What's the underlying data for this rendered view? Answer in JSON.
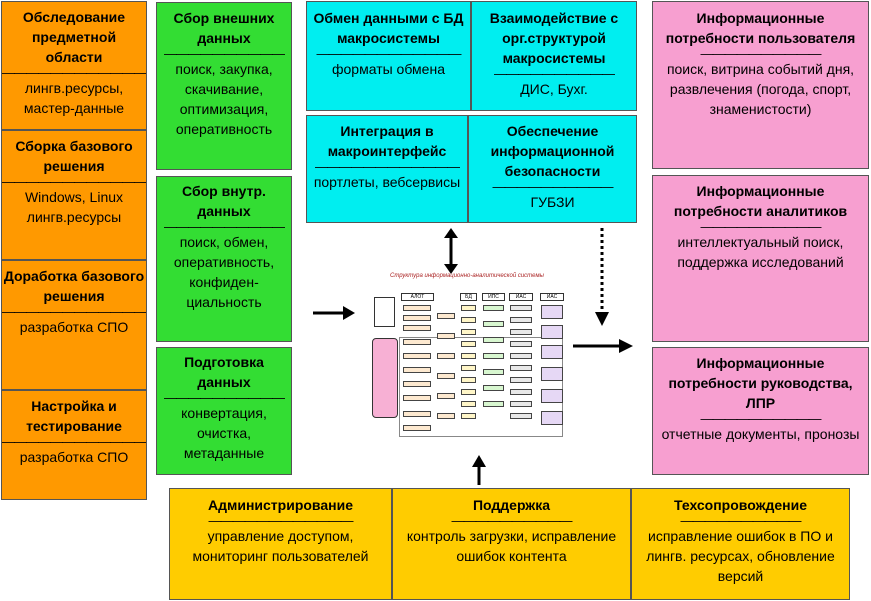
{
  "left_column": [
    {
      "title": "Обследование предметной области",
      "desc": "лингв.ресурсы, мастер-данные"
    },
    {
      "title": "Сборка базового решения",
      "desc": "Windows, Linux лингв.ресурсы"
    },
    {
      "title": "Доработка базового решения",
      "desc": "разработка СПО"
    },
    {
      "title": "Настройка и тестирование",
      "desc": "разработка СПО"
    }
  ],
  "green_column": [
    {
      "title": "Сбор внешних данных",
      "desc": "поиск, закупка, скачивание, оптимизация, оперативность"
    },
    {
      "title": "Сбор внутр. данных",
      "desc": "поиск, обмен, оперативность, конфиден- циальность"
    },
    {
      "title": "Подготовка данных",
      "desc": "конвертация, очистка, метаданные"
    }
  ],
  "cyan_boxes": [
    {
      "title": "Обмен данными с БД макросистемы",
      "desc": "форматы обмена"
    },
    {
      "title": "Взаимодействие с орг.структурой макросистемы",
      "desc": "ДИС, Бухг."
    },
    {
      "title": "Интеграция в макроинтерфейс",
      "desc": "портлеты, вебсервисы"
    },
    {
      "title": "Обеспечение информационной безопасности",
      "desc": "ГУБЗИ"
    }
  ],
  "pink_column": [
    {
      "title": "Информационные потребности пользователя",
      "desc": "поиск, витрина событий дня, развлечения (погода, спорт, знаменистости)"
    },
    {
      "title": "Информационные потребности аналитиков",
      "desc": "интеллектуальный поиск, поддержка исследований"
    },
    {
      "title": "Информационные потребности руководства, ЛПР",
      "desc": "отчетные документы, пронозы"
    }
  ],
  "bottom_row": [
    {
      "title": "Администрирование",
      "desc": "управление доступом, мониторинг пользователей"
    },
    {
      "title": "Поддержка",
      "desc": "контроль загрузки, исправление ошибок контента"
    },
    {
      "title": "Техсопровождение",
      "desc": "исправление ошибок в ПО и лингв. ресурсах, обновление версий"
    }
  ],
  "center_diagram": {
    "caption": "Структура информационно-аналитической системы",
    "columns": [
      "АЛОТ",
      "БД",
      "ИПС",
      "ИАС",
      "ИАС"
    ]
  },
  "colors": {
    "orange": "#FF9900",
    "green": "#33DD33",
    "cyan": "#00EEF0",
    "pink": "#F79FD0",
    "yellow": "#FFCC00"
  }
}
